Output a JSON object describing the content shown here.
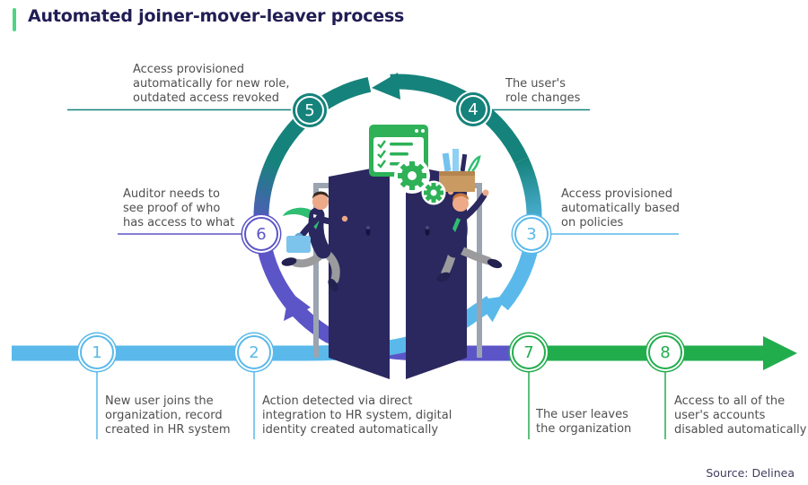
{
  "header": {
    "title": "Automated joiner-mover-leaver process"
  },
  "footer": {
    "source": "Source: Delinea"
  },
  "colors": {
    "teal": "#15837b",
    "light_blue": "#5ab9ea",
    "purple": "#5c55c7",
    "green": "#22ad4d",
    "accent_mint": "#4fd483",
    "icon_green": "#2eb157",
    "title_navy": "#211d54",
    "label_gray": "#4f4f4f",
    "door_navy": "#2b2860"
  },
  "cycle_steps": [
    {
      "number": "3",
      "label_lines": [
        "Access provisioned",
        "automatically based",
        "on policies"
      ]
    },
    {
      "number": "4",
      "label_lines": [
        "The user's",
        "role changes"
      ]
    },
    {
      "number": "5",
      "label_lines": [
        "Access provisioned",
        "automatically for new role,",
        "outdated access revoked"
      ]
    },
    {
      "number": "6",
      "label_lines": [
        "Auditor needs to",
        "see proof of who",
        "has access to what"
      ]
    }
  ],
  "timeline_steps": [
    {
      "number": "1",
      "label_lines": [
        "New user joins the",
        "organization, record",
        "created in HR system"
      ]
    },
    {
      "number": "2",
      "label_lines": [
        "Action detected via direct",
        "integration to HR system, digital",
        "identity created automatically"
      ]
    },
    {
      "number": "7",
      "label_lines": [
        "The user leaves",
        "the organization"
      ]
    },
    {
      "number": "8",
      "label_lines": [
        "Access to all of the",
        "user's accounts",
        "disabled automatically"
      ]
    }
  ],
  "icons": {
    "checklist_window": "checklist-window-icon",
    "gears": "gears-icon",
    "doors": "open-doors-illustration",
    "joiner": "running-joiner-illustration",
    "leaver": "leaving-employee-with-box-illustration"
  }
}
